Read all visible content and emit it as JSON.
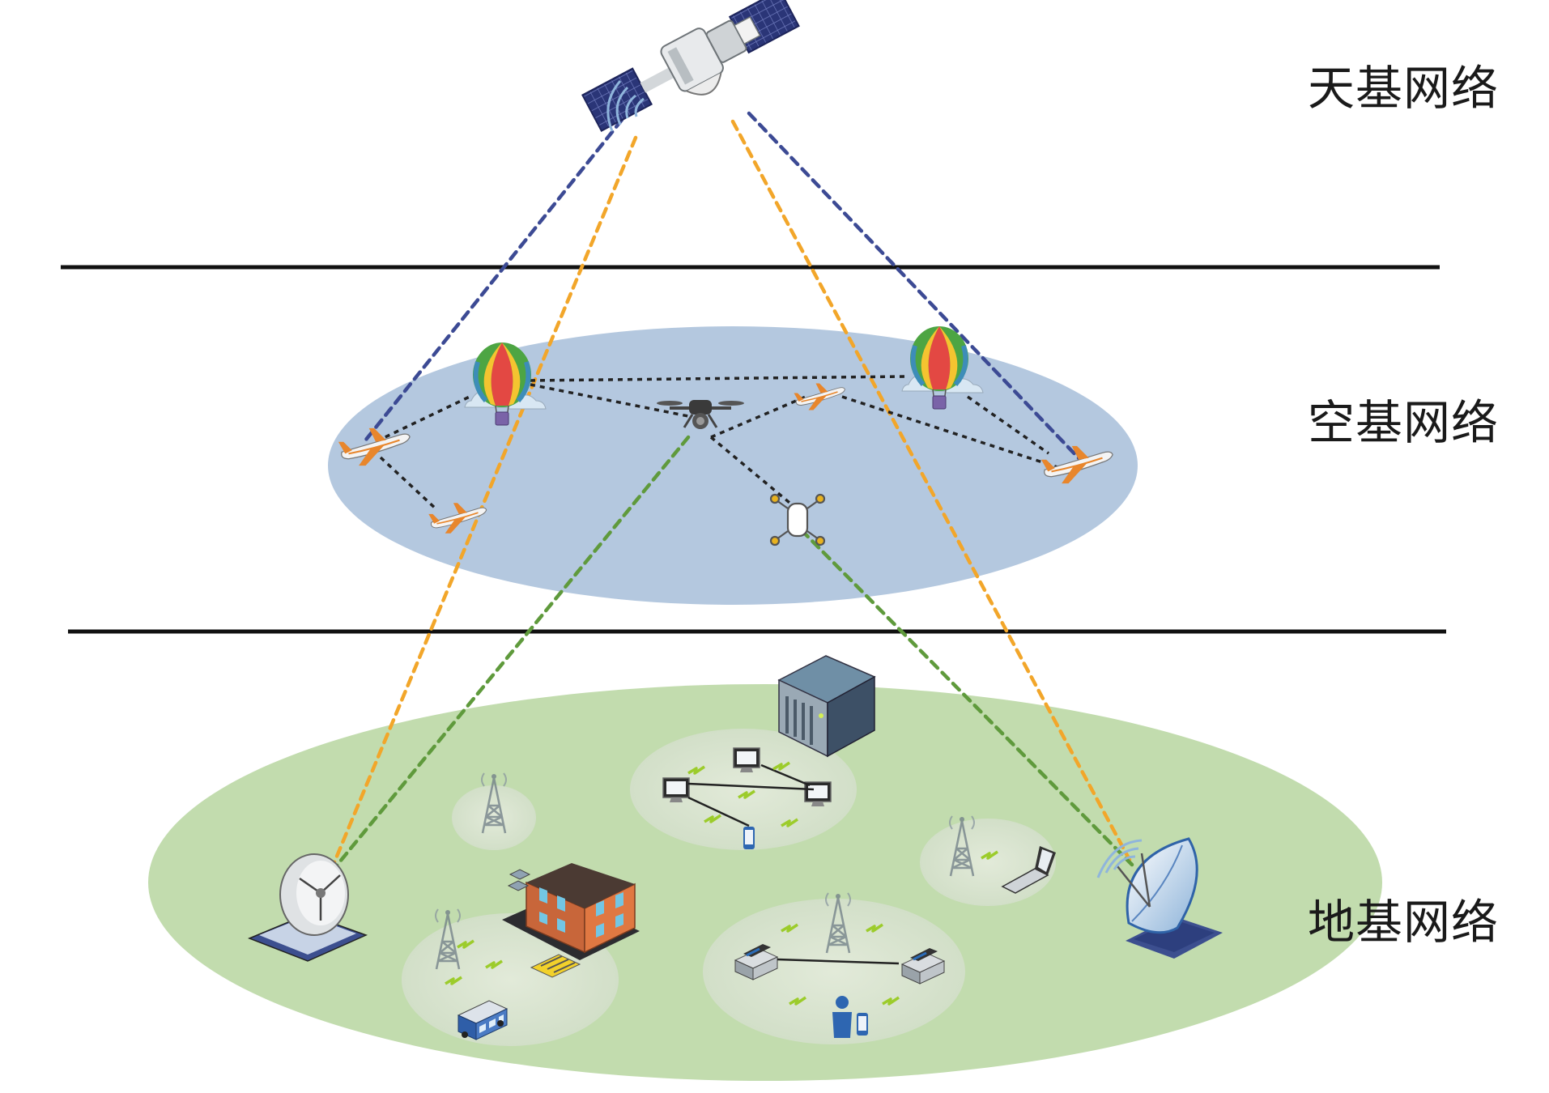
{
  "labels": {
    "space": "天基网络",
    "air": "空基网络",
    "ground": "地基网络"
  },
  "colors": {
    "air_region": "#b4c8df",
    "ground_region": "#c2dcae",
    "cluster_fill": "#dbe6d3",
    "link_satellite_blue": "#3c4a94",
    "link_satellite_orange": "#f2a62a",
    "link_air_ground_green": "#5f9a3c",
    "link_air_mesh": "#222222",
    "separator": "#111111",
    "wireless_bolt": "#9ccc2b"
  },
  "icons": {
    "satellite": "satellite-icon",
    "balloon": "hot-air-balloon-icon",
    "airplane": "airplane-icon",
    "drone": "drone-icon",
    "ground_station": "ground-station-icon",
    "radar_dish": "radar-dish-icon",
    "tower": "cell-tower-icon",
    "server": "server-icon",
    "monitor": "monitor-icon",
    "phone": "phone-icon",
    "laptop": "laptop-icon",
    "building": "building-icon",
    "bus": "bus-icon",
    "printer": "printer-icon",
    "person": "person-icon"
  }
}
